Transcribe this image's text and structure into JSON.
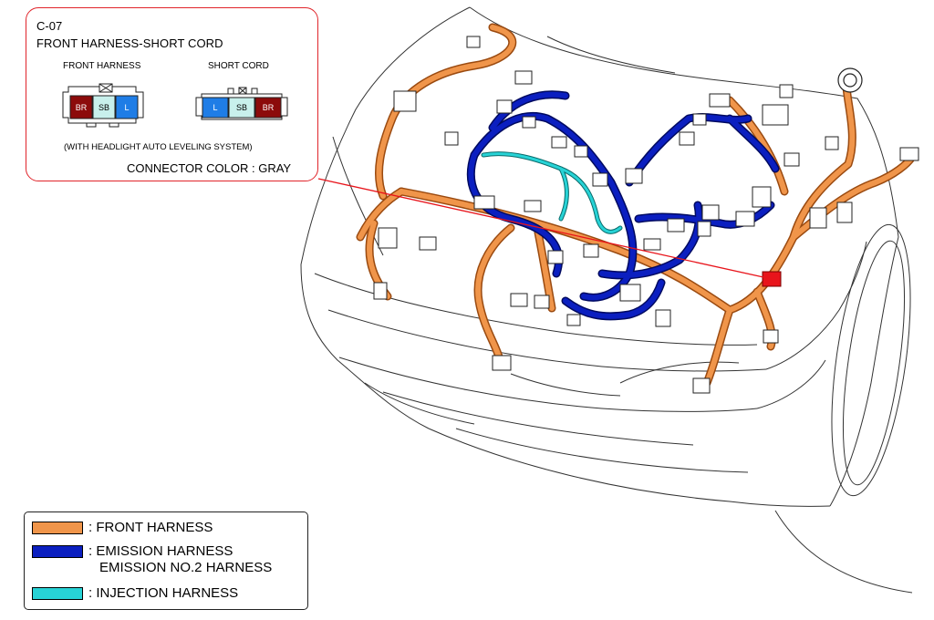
{
  "callout": {
    "code": "C-07",
    "title": "FRONT HARNESS-SHORT CORD",
    "front_harness_label": "FRONT HARNESS",
    "short_cord_label": "SHORT CORD",
    "front_harness_pins": [
      "BR",
      "SB",
      "L"
    ],
    "short_cord_pins": [
      "L",
      "SB",
      "BR"
    ],
    "note": "(WITH HEADLIGHT AUTO LEVELING SYSTEM)",
    "connector_color": "CONNECTOR COLOR : GRAY"
  },
  "legend": {
    "front_harness": ": FRONT HARNESS",
    "emission_harness": ": EMISSION HARNESS",
    "emission_no2_harness": "EMISSION NO.2 HARNESS",
    "injection_harness": ": INJECTION HARNESS"
  },
  "colors": {
    "front_harness": "#f0954a",
    "emission_harness": "#0b1fc0",
    "injection_harness": "#27d3d6",
    "callout_line": "#e8141b",
    "pin_br": "#8c0b0b",
    "pin_sb": "#c8f0ec",
    "pin_l": "#1f7de6"
  }
}
